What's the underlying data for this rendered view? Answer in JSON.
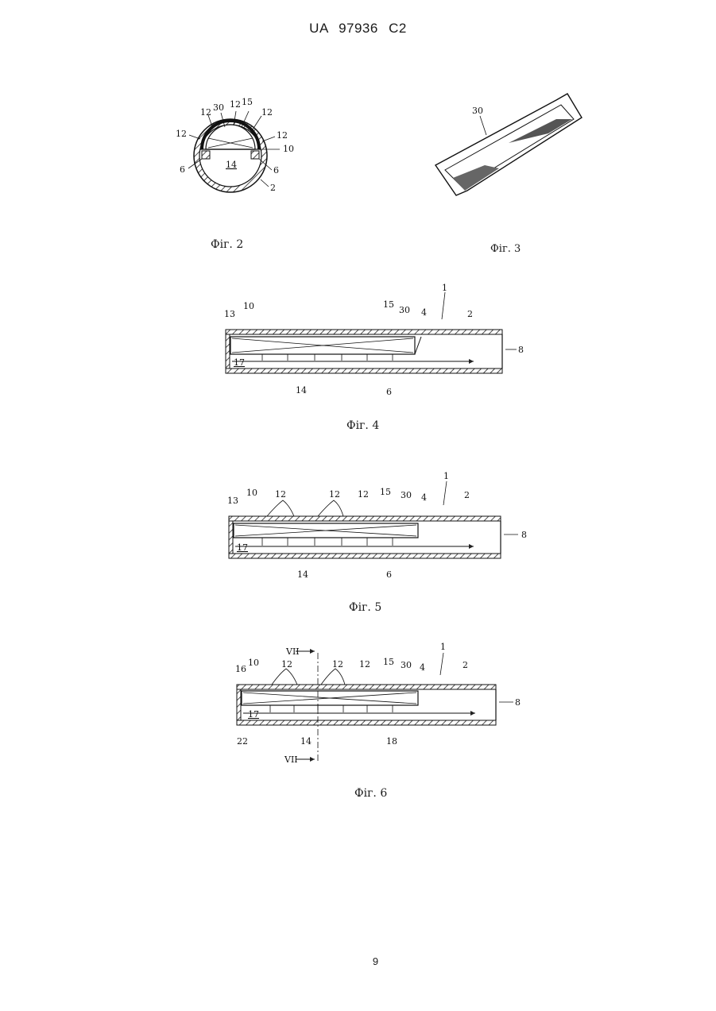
{
  "header": {
    "patent_number": "UA   97936   C2"
  },
  "page_number": "9",
  "figures": {
    "fig2": {
      "caption": "Фіг. 2",
      "labels": [
        "12",
        "30",
        "12",
        "15",
        "12",
        "12",
        "12",
        "10",
        "6",
        "14",
        "6",
        "2"
      ]
    },
    "fig3": {
      "caption": "Фіг. 3",
      "labels": [
        "30"
      ]
    },
    "fig4": {
      "caption": "Фіг. 4",
      "labels": [
        "1",
        "13",
        "10",
        "15",
        "30",
        "4",
        "2",
        "8",
        "17",
        "14",
        "6"
      ]
    },
    "fig5": {
      "caption": "Фіг. 5",
      "labels": [
        "1",
        "13",
        "10",
        "12",
        "12",
        "12",
        "15",
        "30",
        "4",
        "2",
        "8",
        "17",
        "14",
        "6"
      ]
    },
    "fig6": {
      "caption": "Фіг. 6",
      "labels": [
        "VII",
        "1",
        "16",
        "10",
        "12",
        "12",
        "12",
        "15",
        "30",
        "4",
        "2",
        "8",
        "17",
        "22",
        "14",
        "18",
        "VII"
      ]
    }
  }
}
